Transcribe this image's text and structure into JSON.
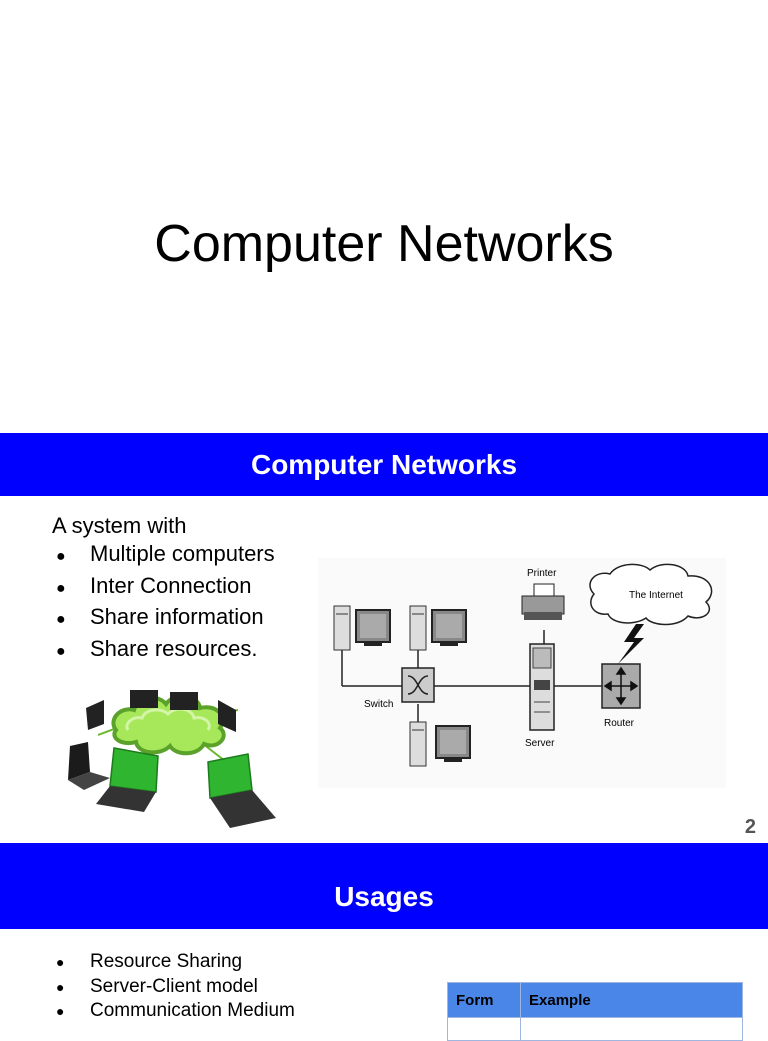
{
  "slide1": {
    "title": "Computer Networks"
  },
  "slide2": {
    "header": "Computer Networks",
    "intro": "A system with",
    "bullets": [
      "Multiple computers",
      "Inter Connection",
      "Share information",
      "Share resources."
    ],
    "diagram": {
      "printer_label": "Printer",
      "internet_label": "The Internet",
      "switch_label": "Switch",
      "server_label": "Server",
      "router_label": "Router"
    },
    "slide_number": "2"
  },
  "slide3": {
    "header": "Usages",
    "bullets": [
      "Resource Sharing",
      "Server-Client model",
      "Communication Medium"
    ],
    "table": {
      "headers": [
        "Form",
        "Example"
      ]
    }
  },
  "colors": {
    "header_bar": "#0000ff",
    "table_header": "#4a86e8",
    "cloud_green": "#7ed321",
    "laptop_green": "#2fb52f"
  },
  "icons": [
    "laptop-icon",
    "cloud-icon",
    "computer-icon",
    "printer-icon",
    "server-icon",
    "switch-icon",
    "router-icon",
    "lightning-icon"
  ]
}
